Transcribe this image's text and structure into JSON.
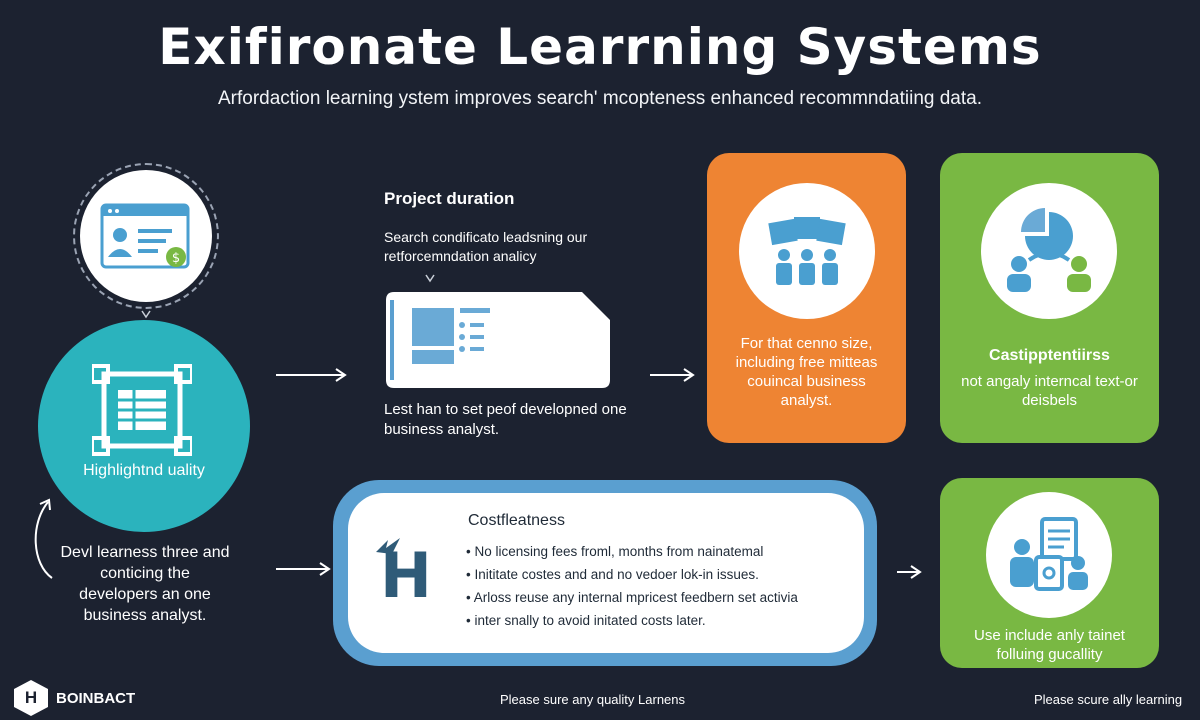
{
  "header": {
    "title": "Exifironate Learrning Systems",
    "subtitle": "Arfordaction learning ystem improves search' mcopteness enhanced recommndatiing data."
  },
  "left": {
    "teal_label": "Highlightnd uality",
    "body": "Devl learness three and conticing the developers an one business analyst."
  },
  "project": {
    "title": "Project duration",
    "description": "Search condificato leadsning our retforcemndation analicy",
    "footer": "Lest han to set peof developned one business analyst."
  },
  "orange_card": {
    "text": "For that cenno size, including free mitteas couincal business analyst."
  },
  "green_card_top": {
    "title": "Castipptentiirss",
    "text": "not angaly interncal text-or deisbels"
  },
  "cost_box": {
    "title": "Costfleatness",
    "items": [
      "No licensing fees froml, months from nainatemal",
      "Inititate costes and and no vedoer lok-in issues.",
      "Arloss reuse any internal mpricest feedbern set activia",
      "inter snally to avoid initated costs later."
    ]
  },
  "green_card_bottom": {
    "text": "Use include anly tainet folluing gucallity"
  },
  "footer": {
    "brand": "BOINBACT",
    "brand_initial": "H",
    "center": "Please sure any quality Larnens",
    "right": "Please scure ally learning"
  },
  "colors": {
    "background": "#1c2230",
    "teal": "#2bb3bd",
    "orange": "#ee8433",
    "green": "#79b843",
    "blue": "#5a9fd0",
    "icon_blue": "#4a9fd0"
  }
}
